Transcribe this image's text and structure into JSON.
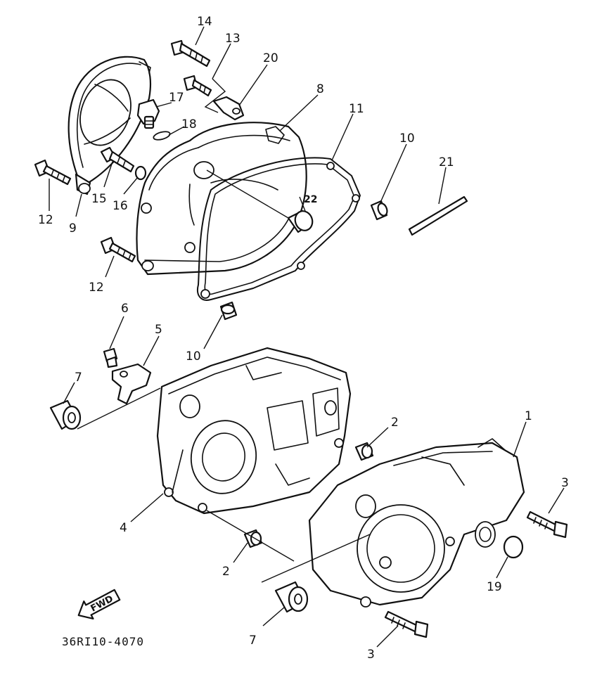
{
  "drawing_code": "36RI10-4070",
  "fwd_label": "FWD",
  "callouts": {
    "c1": "1",
    "c2a": "2",
    "c2b": "2",
    "c3a": "3",
    "c3b": "3",
    "c4": "4",
    "c5": "5",
    "c6": "6",
    "c7a": "7",
    "c7b": "7",
    "c8": "8",
    "c9": "9",
    "c10a": "10",
    "c10b": "10",
    "c11": "11",
    "c12a": "12",
    "c12b": "12",
    "c13": "13",
    "c14": "14",
    "c15": "15",
    "c16": "16",
    "c17": "17",
    "c18": "18",
    "c19": "19",
    "c20": "20",
    "c21": "21",
    "c22": "22"
  }
}
